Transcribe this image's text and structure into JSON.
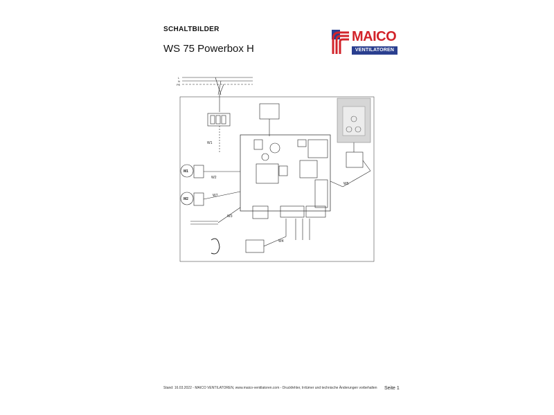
{
  "header": {
    "section": "SCHALTBILDER",
    "title": "WS 75 Powerbox H"
  },
  "logo": {
    "brand": "MAICO",
    "tagline": "VENTILATOREN",
    "colors": {
      "red": "#d2232a",
      "blue": "#2a3f8f"
    }
  },
  "diagram": {
    "labels": {
      "m1": "M1",
      "m2": "M2",
      "w1": "W1",
      "w2": "W2",
      "w3": "W3",
      "w4": "W4",
      "w5": "W5",
      "w7": "W7",
      "l": "L",
      "n": "N",
      "pe": "PE"
    }
  },
  "footer": {
    "note": "Stand: 16.03.2022 - MAICO VENTILATOREN, www.maico-ventilatoren.com - Druckfehler, Irrtümer und technische Änderungen vorbehalten",
    "page": "Seite 1"
  }
}
